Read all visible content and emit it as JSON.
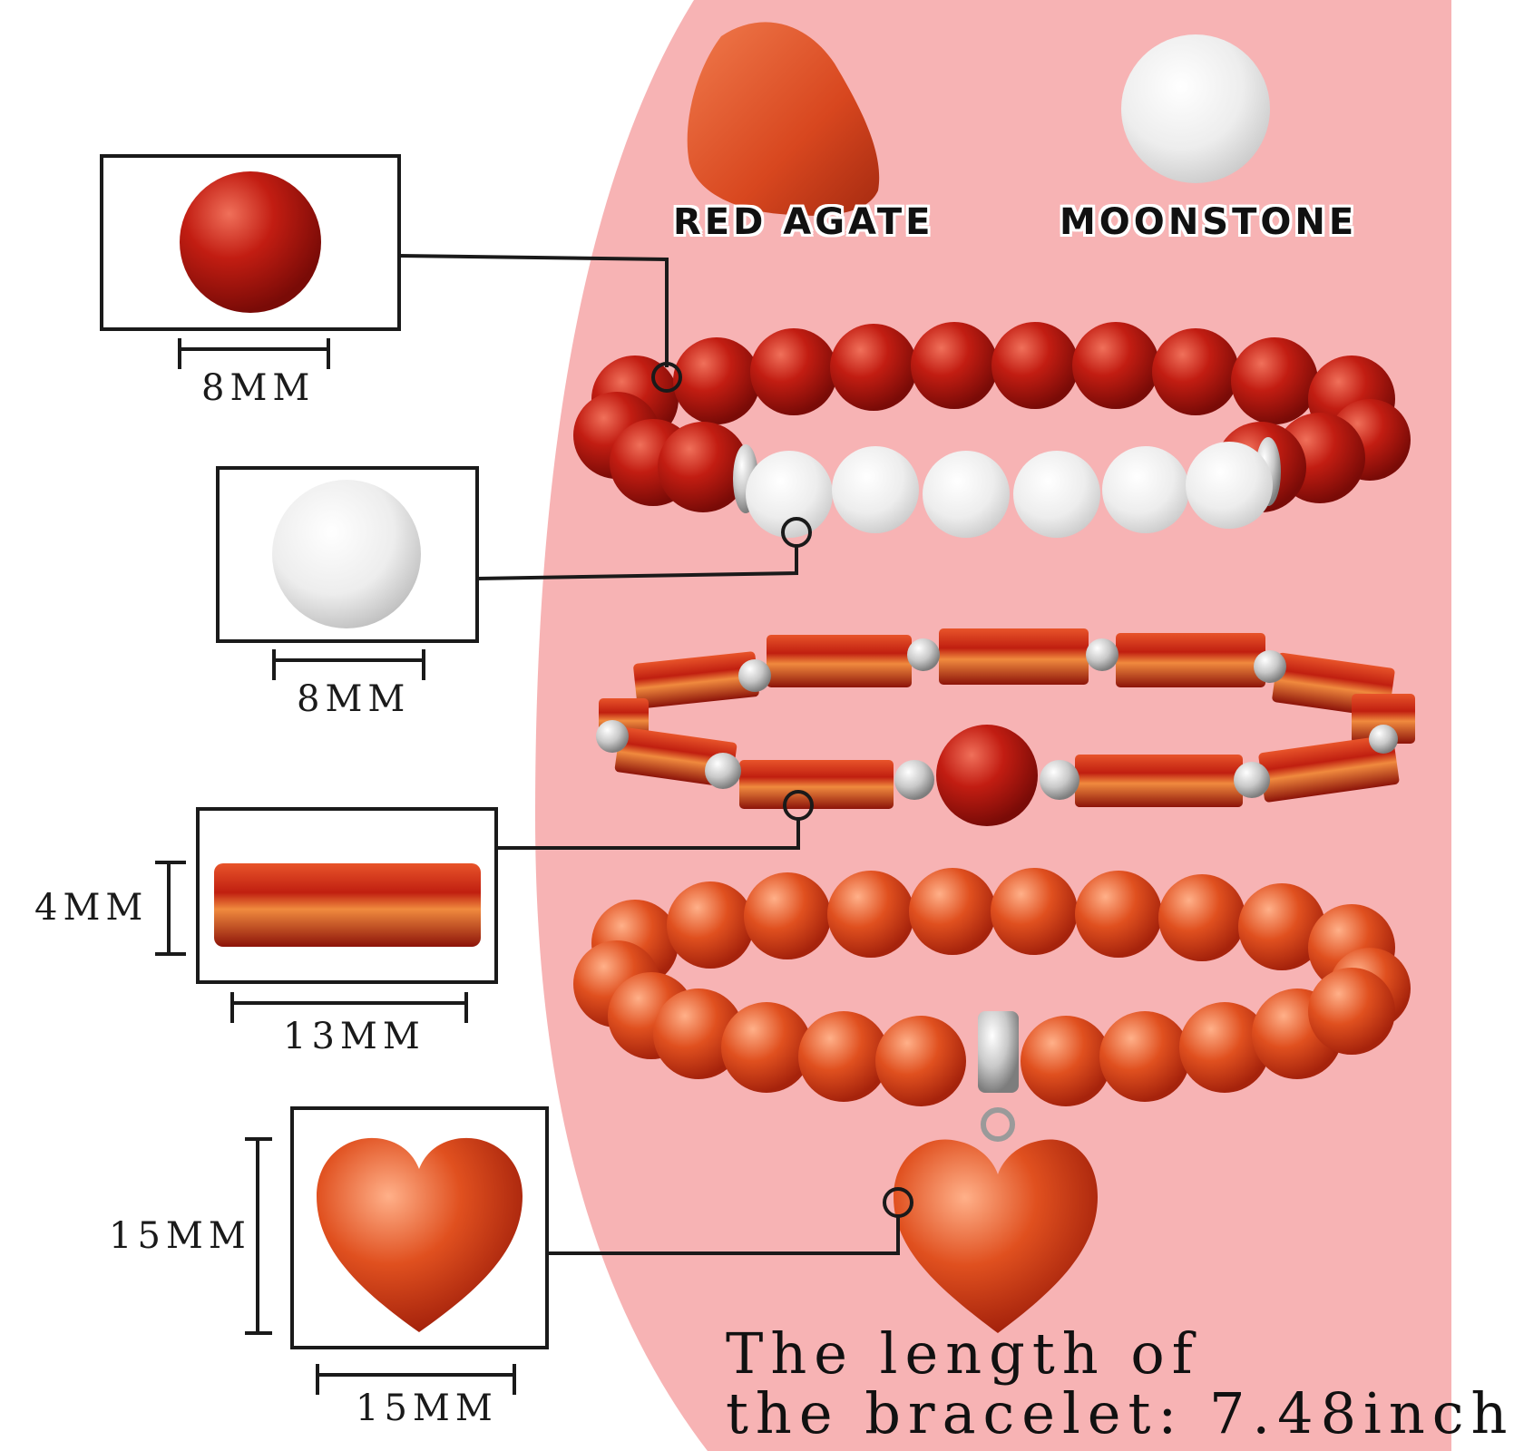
{
  "colors": {
    "pink_panel": "#f7b3b4",
    "agate_red": "#b3130f",
    "agate_orange": "#d9451c",
    "moonstone_white": "#f2f2f2",
    "line_black": "#1a1a1a"
  },
  "stones": {
    "red_agate_label": "RED AGATE",
    "moonstone_label": "MOONSTONE"
  },
  "details": {
    "red_bead_diameter": "8MM",
    "moonstone_bead_diameter": "8MM",
    "tube_height": "4MM",
    "tube_length": "13MM",
    "heart_height": "15MM",
    "heart_width": "15MM"
  },
  "bracelet_length": {
    "line1": "The length of",
    "line2": "the bracelet: 7.48inch"
  },
  "icons": [
    "red-agate-stone-icon",
    "moonstone-sphere-icon",
    "heart-pendant-icon"
  ]
}
